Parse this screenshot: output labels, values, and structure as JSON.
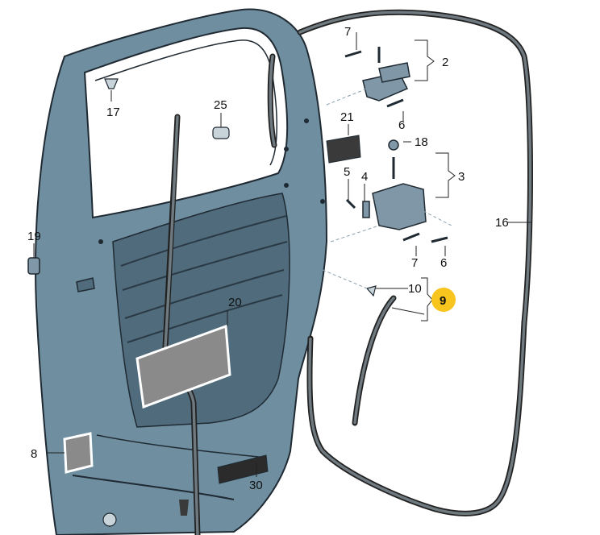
{
  "callouts": {
    "c2": "2",
    "c3": "3",
    "c4": "4",
    "c5": "5",
    "c6a": "6",
    "c6b": "6",
    "c7a": "7",
    "c7b": "7",
    "c8": "8",
    "c9": "9",
    "c10": "10",
    "c16": "16",
    "c17": "17",
    "c18": "18",
    "c19": "19",
    "c20": "20",
    "c21": "21",
    "c25": "25",
    "c30": "30"
  },
  "highlight": {
    "callout": "9",
    "color": "#f7c51e"
  },
  "colors": {
    "door_panel": "#6f8ea0",
    "outline": "#1f2a33",
    "seal": "#222222",
    "mesh": "#8a8a8a"
  }
}
